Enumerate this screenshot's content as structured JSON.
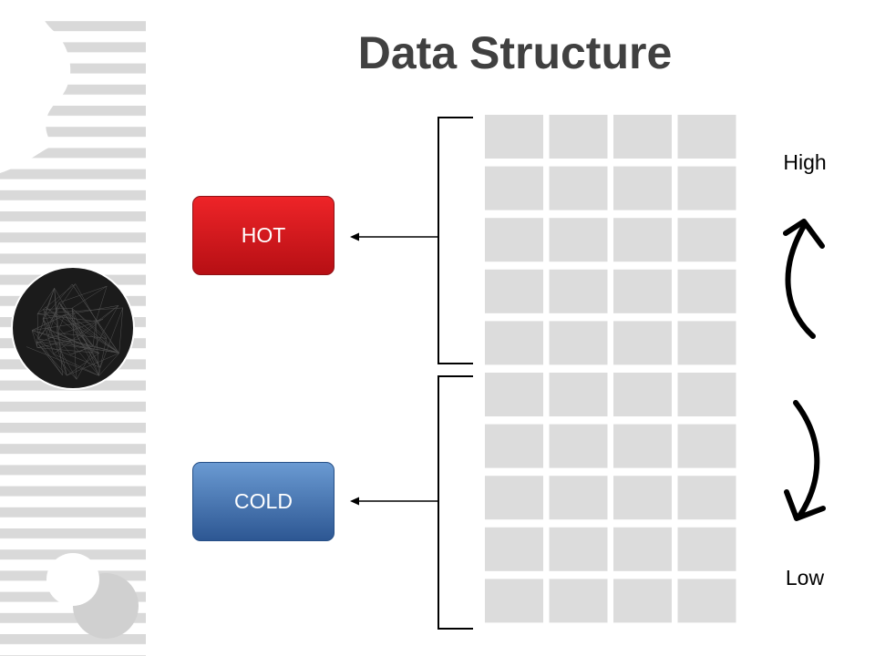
{
  "slide": {
    "title": "Data Structure"
  },
  "tiers": {
    "hot": {
      "label": "HOT",
      "color": "#d31a1f"
    },
    "cold": {
      "label": "COLD",
      "color": "#4a78b3"
    }
  },
  "priority_scale": {
    "high_label": "High",
    "low_label": "Low"
  },
  "grid": {
    "rows": 10,
    "columns": 4,
    "hot_rows": 5,
    "cold_rows": 5,
    "cell_color": "#dcdcdc"
  },
  "colors": {
    "title": "#404040",
    "decoration_stripes": "#d9d9d9",
    "lines": "#000000"
  }
}
